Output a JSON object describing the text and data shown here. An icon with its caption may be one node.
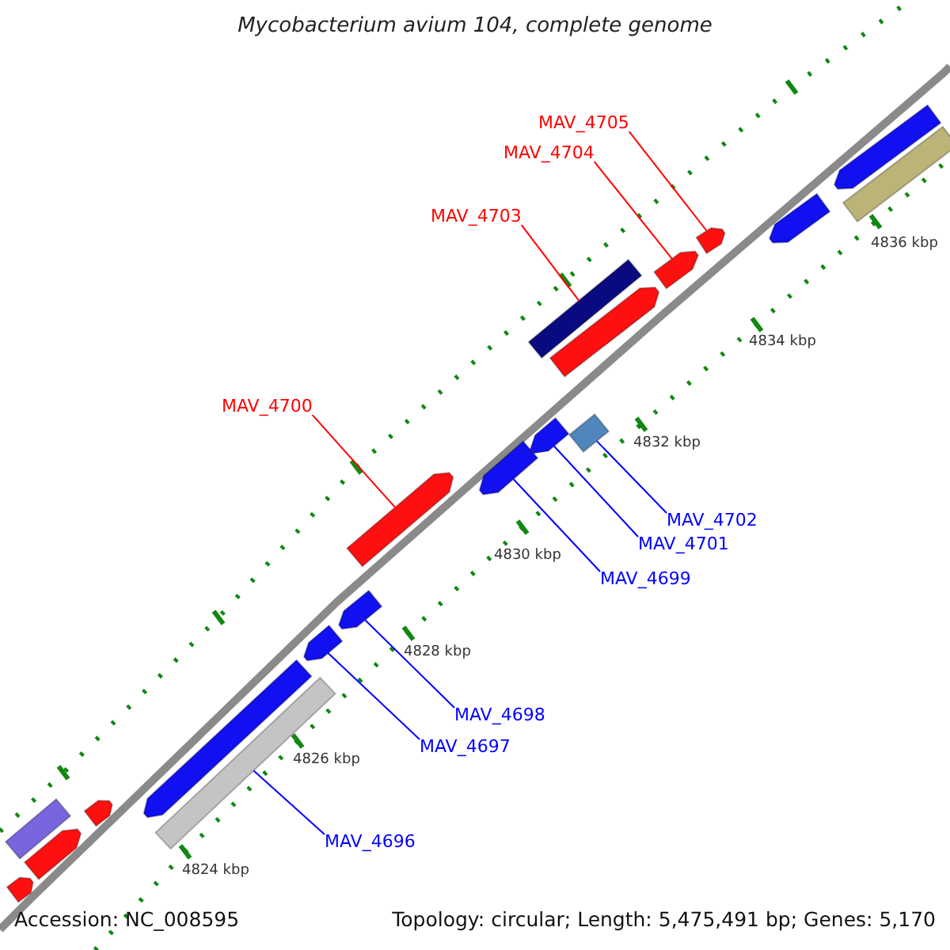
{
  "diagram": {
    "title": "Mycobacterium avium 104, complete genome",
    "nodes": [
      {
        "text": [
          "MAV_4705"
        ]
      },
      {
        "text": [
          "MAV_4704"
        ]
      },
      {
        "text": [
          "MAV_4703"
        ]
      },
      {
        "text": [
          "MAV_4700"
        ]
      },
      {
        "text": [
          "MAV_4702"
        ]
      },
      {
        "text": [
          "MAV_4701"
        ]
      },
      {
        "text": [
          "MAV_4699"
        ]
      },
      {
        "text": [
          "MAV_4698"
        ]
      },
      {
        "text": [
          "MAV_4697"
        ]
      },
      {
        "text": [
          "MAV_4696"
        ]
      },
      {
        "text": [],
        "shape": "bar"
      },
      {
        "text": [],
        "shape": "pentagon"
      },
      {
        "text": [],
        "shape": "pentagon"
      },
      {
        "text": [],
        "shape": "pentagon"
      },
      {
        "text": [],
        "shape": "pentagon"
      },
      {
        "text": [],
        "shape": "bar"
      },
      {
        "text": [],
        "shape": "pentagon"
      },
      {
        "text": [],
        "shape": "pentagon"
      },
      {
        "text": [],
        "shape": "pentagon"
      },
      {
        "text": [],
        "shape": "pentagon"
      },
      {
        "text": [],
        "shape": "pentagon"
      },
      {
        "text": [],
        "shape": "bar"
      },
      {
        "text": [],
        "shape": "pentagon"
      },
      {
        "text": [],
        "shape": "bar"
      },
      {
        "text": [],
        "shape": "pentagon"
      },
      {
        "text": [],
        "shape": "pentagon"
      },
      {
        "text": [],
        "shape": "pentagon"
      },
      {
        "text": [],
        "shape": "pentagon"
      },
      {
        "text": [],
        "shape": "bar"
      }
    ],
    "edges": [
      {
        "from": 0,
        "to": 25,
        "arrow": "none",
        "color": "#ff0000"
      },
      {
        "from": 1,
        "to": 24,
        "arrow": "none",
        "color": "#ff0000"
      },
      {
        "from": 2,
        "to": 21,
        "arrow": "none",
        "color": "#ff0000"
      },
      {
        "from": 3,
        "to": 18,
        "arrow": "none",
        "color": "#ff0000"
      },
      {
        "from": 4,
        "to": 23,
        "arrow": "none"
      },
      {
        "from": 5,
        "to": 20,
        "arrow": "none"
      },
      {
        "from": 6,
        "to": 19,
        "arrow": "none"
      },
      {
        "from": 7,
        "to": 17,
        "arrow": "none"
      },
      {
        "from": 8,
        "to": 16,
        "arrow": "none"
      },
      {
        "from": 9,
        "to": 15,
        "arrow": "none"
      }
    ],
    "labels": [
      "4836 kbp",
      "4834 kbp",
      "4832 kbp",
      "4830 kbp",
      "4828 kbp",
      "4826 kbp",
      "4824 kbp",
      "Accession: NC_008595",
      "Topology: circular; Length: 5,475,491 bp; Genes: 5,170"
    ]
  }
}
